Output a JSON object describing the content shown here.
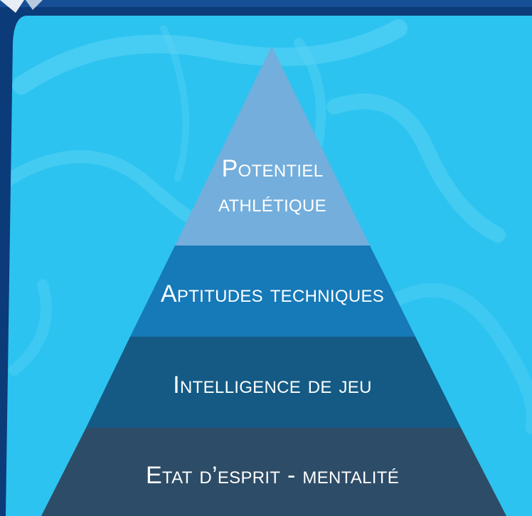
{
  "pyramid": {
    "tiers": [
      {
        "lines": [
          "Potentiel",
          "athlétique"
        ],
        "color": "#73aedc"
      },
      {
        "lines": [
          "Aptitudes techniques"
        ],
        "color": "#1679b8"
      },
      {
        "lines": [
          "Intelligence de jeu"
        ],
        "color": "#145a85"
      },
      {
        "lines": [
          "Etat d’esprit - mentalité"
        ],
        "color": "#2d4c67"
      }
    ]
  },
  "colors": {
    "frame_dark": "#0b3b78",
    "panel_blue": "#2cc3f0",
    "swirl_light": "#5fd4f5"
  }
}
